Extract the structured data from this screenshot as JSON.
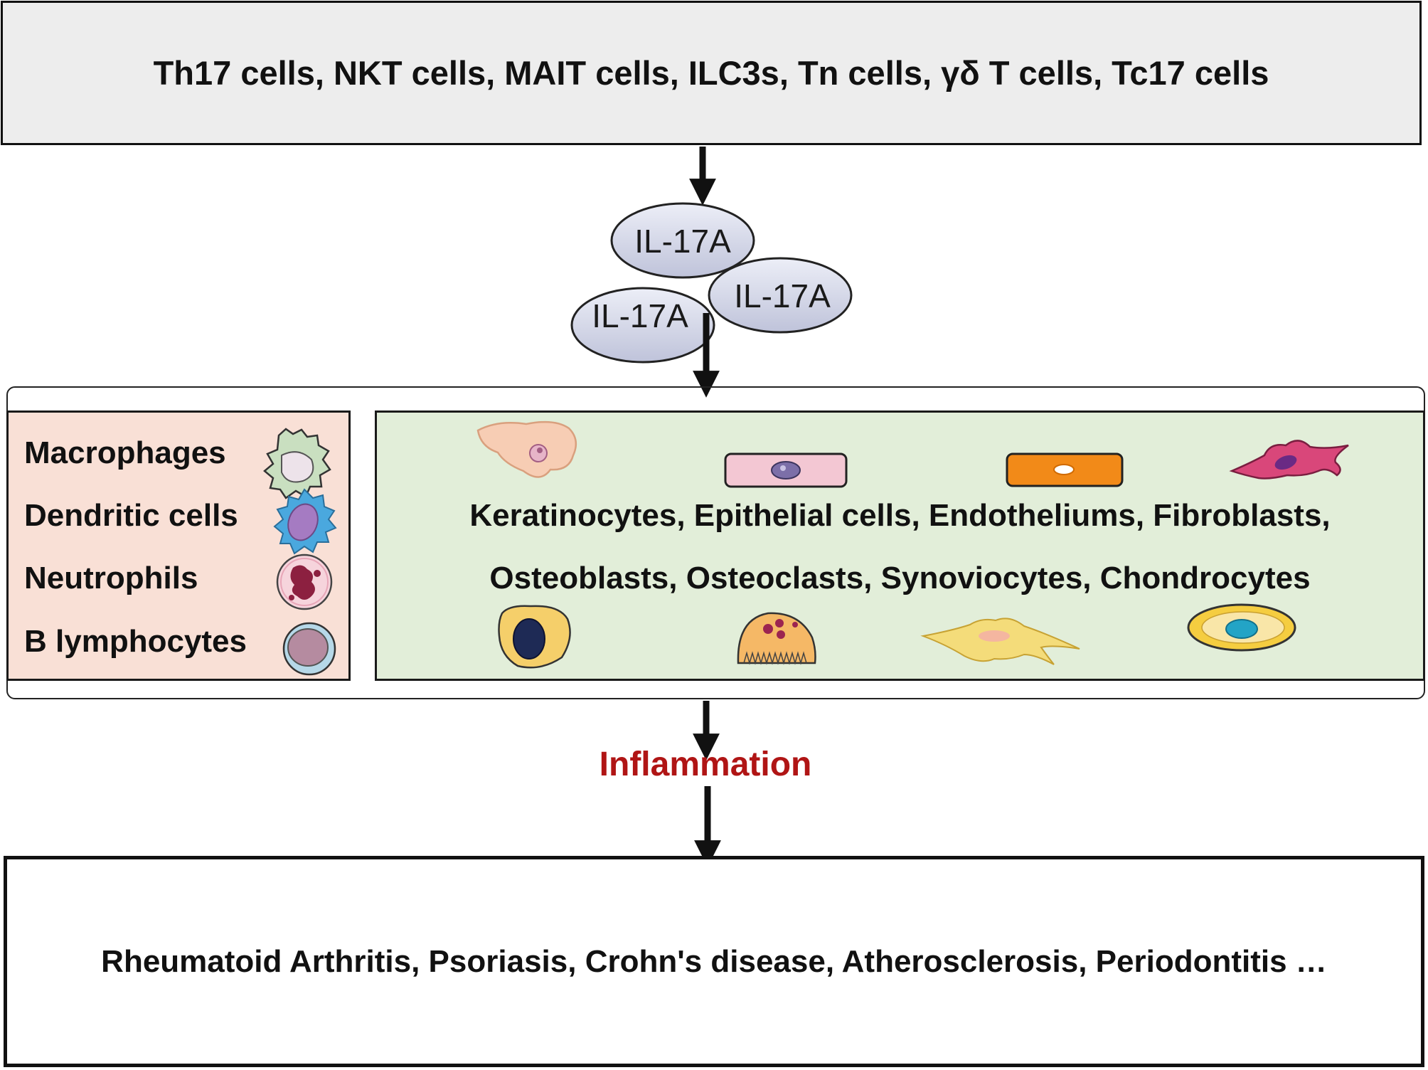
{
  "producers": {
    "text": "Th17 cells, NKT cells, MAIT cells, ILC3s, Tn cells, γδ T cells, Tc17 cells"
  },
  "cytokine": {
    "labels": [
      "IL-17A",
      "IL-17A",
      "IL-17A"
    ],
    "fill_color": "#d3d6e6"
  },
  "immune_cells": {
    "items": [
      "Macrophages",
      "Dendritic cells",
      "Neutrophils",
      "B lymphocytes"
    ],
    "box_color": "#f9e0d6"
  },
  "tissue_cells": {
    "line1": "Keratinocytes, Epithelial cells, Endotheliums, Fibroblasts,",
    "line2": "Osteoblasts, Osteoclasts, Synoviocytes, Chondrocytes",
    "box_color": "#e2eed9"
  },
  "outcome": {
    "label": "Inflammation",
    "color": "#b01515"
  },
  "diseases": {
    "text": "Rheumatoid Arthritis, Psoriasis, Crohn's disease, Atherosclerosis, Periodontitis  …"
  }
}
